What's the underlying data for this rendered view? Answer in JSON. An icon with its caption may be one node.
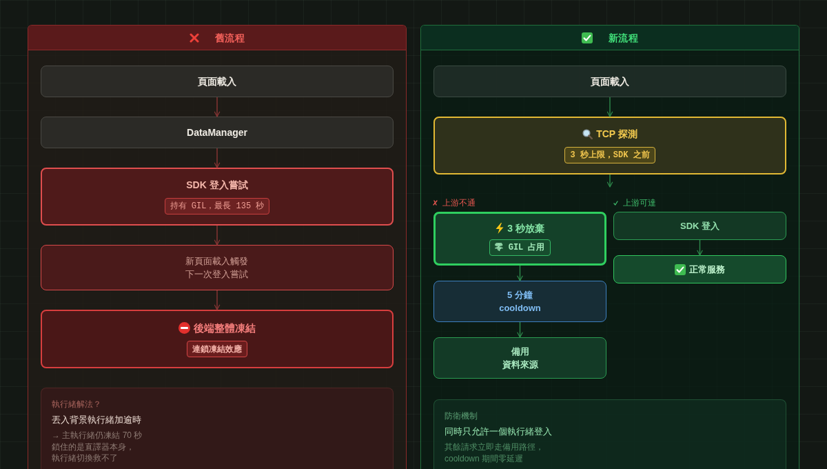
{
  "diagram": {
    "nodes": [
      {
        "text": [
          "舊流程"
        ]
      },
      {
        "text": [
          "頁面載入"
        ],
        "in": 0
      },
      {
        "text": [
          "DataManager"
        ],
        "in": 0
      },
      {
        "text": [
          "SDK 登入嘗試",
          "持有 GIL，最長 135 秒"
        ],
        "in": 0
      },
      {
        "text": [
          "新頁面載入觸發下一次登入嘗試"
        ],
        "in": 0
      },
      {
        "text": [
          "後端整體凍結",
          "連鎖凍結效應"
        ],
        "in": 0
      },
      {
        "text": [
          "執行緒解法？",
          "丟入背景執行緒加逾時",
          "→ 主執行緒仍凍結 70 秒",
          "鎖住的是直譯器本身，執行緒切換救不了"
        ],
        "in": 0
      },
      {
        "text": [
          "新流程"
        ]
      },
      {
        "text": [
          "頁面載入"
        ],
        "in": 7
      },
      {
        "text": [
          "TCP 探測",
          "3 秒上限，SDK 之前"
        ],
        "in": 7
      },
      {
        "text": [
          "3 秒放棄",
          "零 GIL 占用"
        ],
        "in": 7
      },
      {
        "text": [
          "SDK 登入"
        ],
        "in": 7
      },
      {
        "text": [
          "正常服務"
        ],
        "in": 7
      },
      {
        "text": [
          "5 分鐘 cooldown"
        ],
        "in": 7
      },
      {
        "text": [
          "備用",
          "資料來源"
        ],
        "in": 7
      },
      {
        "text": [
          "防衛機制",
          "同時只允許一個執行緒登入",
          "其餘請求立即走備用路徑，cooldown 期間零延遲"
        ],
        "in": 7
      }
    ],
    "edges": [
      {
        "from": 1,
        "to": 2,
        "arrow": "to",
        "color": "#8a3636"
      },
      {
        "from": 2,
        "to": 3,
        "arrow": "to",
        "color": "#8a3636"
      },
      {
        "from": 3,
        "to": 4,
        "arrow": "to",
        "color": "#8a3636"
      },
      {
        "from": 4,
        "to": 5,
        "arrow": "to",
        "color": "#8a3636"
      },
      {
        "from": 8,
        "to": 9,
        "arrow": "to"
      },
      {
        "from": 9,
        "to": null,
        "arrow": "to"
      },
      {
        "from": 10,
        "to": 13,
        "arrow": "to"
      },
      {
        "from": 13,
        "to": 14,
        "arrow": "to"
      },
      {
        "from": 11,
        "to": 12,
        "arrow": "to"
      }
    ],
    "labels": [
      "上游不通",
      "上游可達"
    ]
  }
}
